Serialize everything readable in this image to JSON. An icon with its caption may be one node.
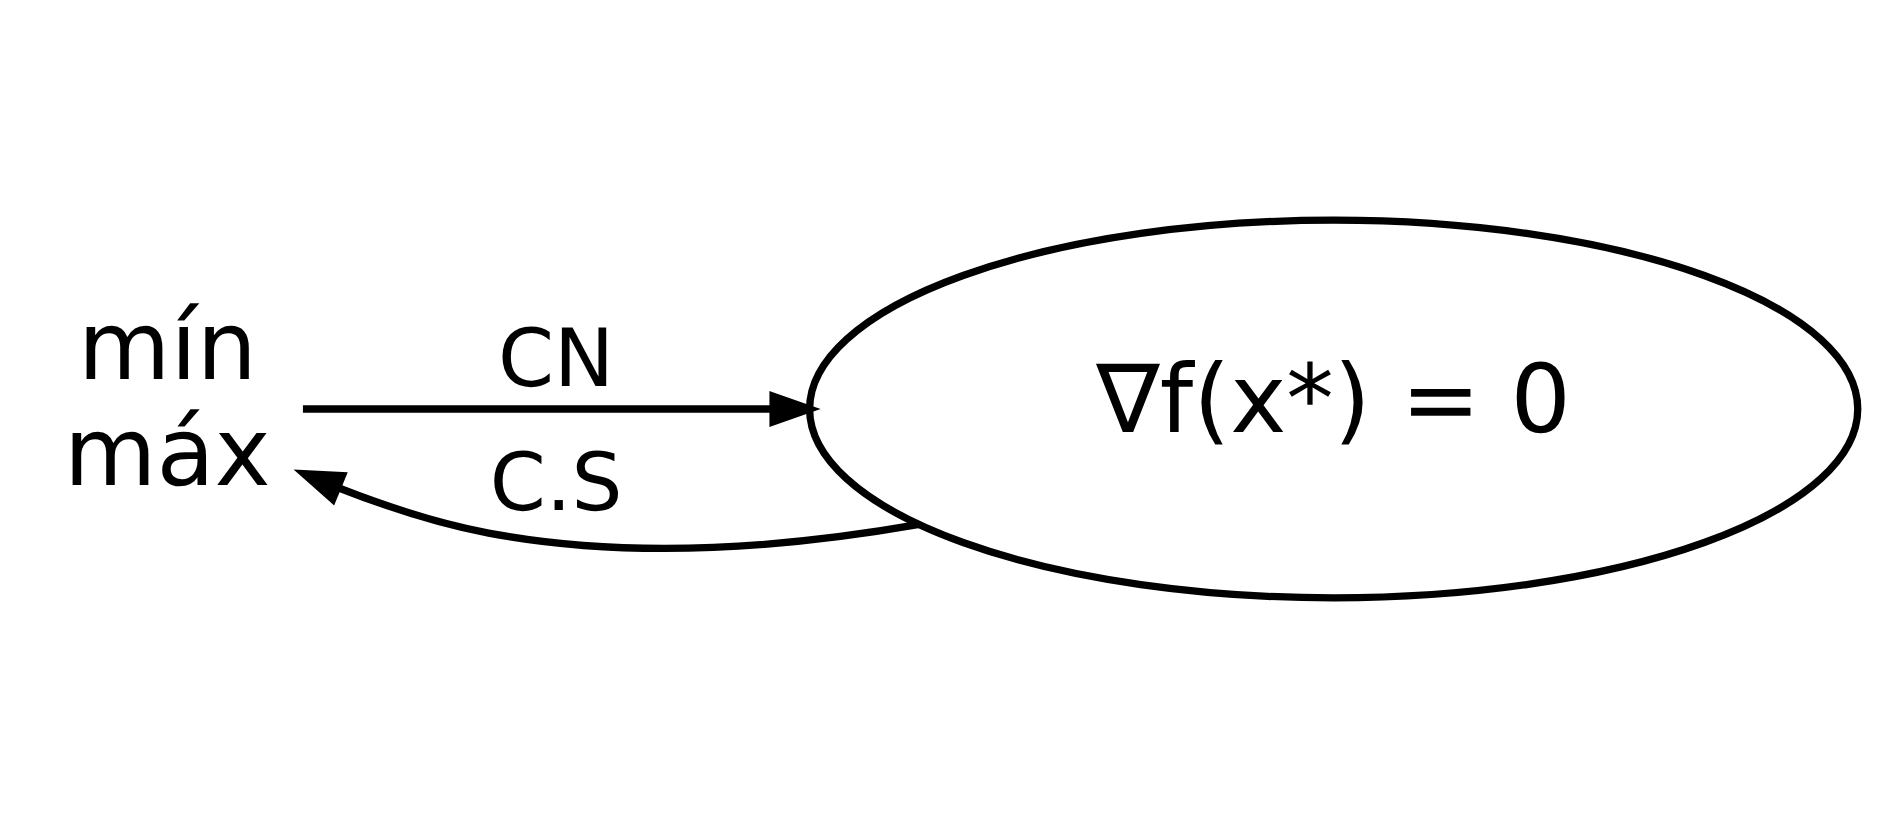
{
  "diagram": {
    "nodes": [
      {
        "text": [
          "mín",
          "máx"
        ]
      },
      {
        "text": [
          "∇f(x*) = 0"
        ]
      }
    ],
    "edges": [
      {
        "from": 0,
        "to": 1,
        "arrow": "to",
        "label": "CN"
      },
      {
        "from": 1,
        "to": 0,
        "arrow": "to",
        "label": "C.S"
      }
    ]
  }
}
